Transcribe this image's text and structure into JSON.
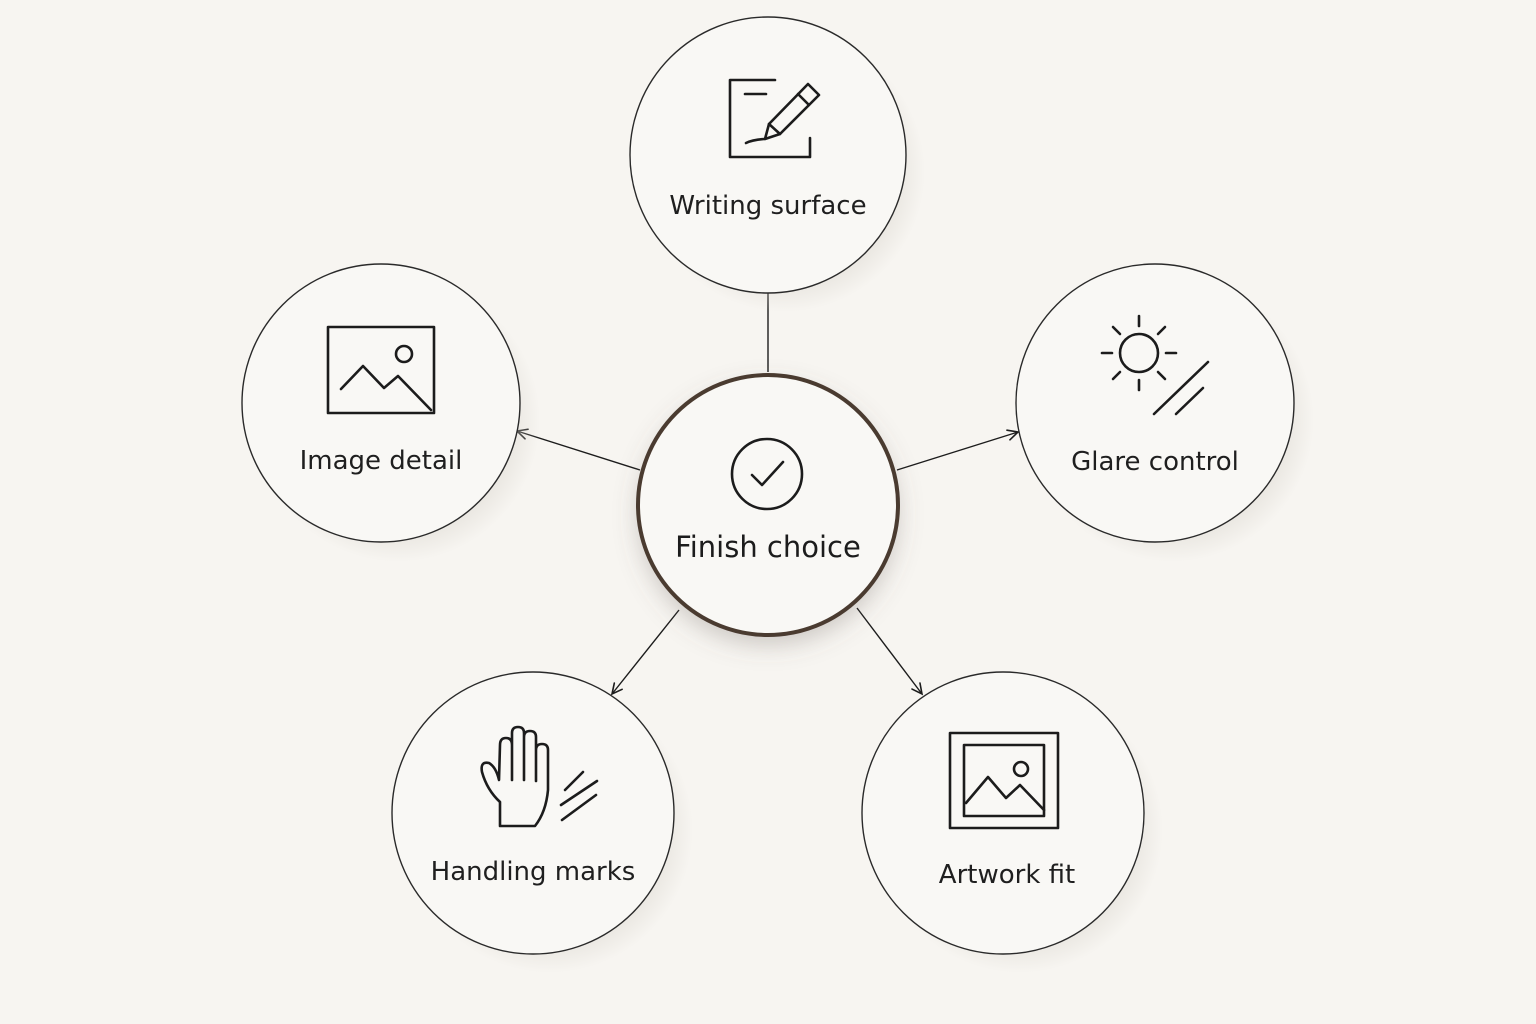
{
  "diagram": {
    "center": {
      "label": "Finish choice",
      "icon": "check-circle-icon"
    },
    "nodes": [
      {
        "id": "writing-surface",
        "label": "Writing surface",
        "icon": "pencil-note-icon"
      },
      {
        "id": "glare-control",
        "label": "Glare control",
        "icon": "sun-glare-icon"
      },
      {
        "id": "artwork-fit",
        "label": "Artwork fit",
        "icon": "framed-picture-icon"
      },
      {
        "id": "handling-marks",
        "label": "Handling marks",
        "icon": "hand-marks-icon"
      },
      {
        "id": "image-detail",
        "label": "Image detail",
        "icon": "image-icon"
      }
    ]
  },
  "colors": {
    "background": "#f7f5f1",
    "node_fill": "#f9f8f5",
    "node_stroke": "#2a2a2a",
    "center_stroke": "#4a3b30",
    "text": "#1c1c1c"
  }
}
